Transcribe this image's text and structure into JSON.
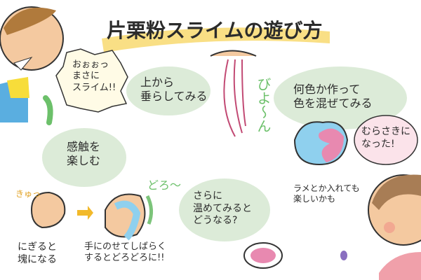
{
  "title": "片栗粉スライムの遊び方",
  "colors": {
    "title_highlight": "#f7d766",
    "bubble_green": "#dcebd8",
    "bubble_pink": "#fbe3ea",
    "slime_green": "#7cc47a",
    "slime_blue": "#8fd0ee",
    "slime_pink": "#e889b0",
    "slime_purple": "#8a6fc0"
  },
  "captions": {
    "boy_shout": "おぉぉっ\nまさに\nスライム!!",
    "drip": "上から\n垂らしてみる",
    "stretch_sfx": "びよ〜ん",
    "mix": "何色か作って\n色を混ぜてみる",
    "purple": "むらさきに\nなった!",
    "feel": "感触を\n楽しむ",
    "squeeze_sfx": "きゅっ",
    "melt_sfx": "どろ〜",
    "warm": "さらに\n温めてみると\nどうなる?",
    "glitter": "ラメとか入れても\n楽しいかも",
    "grip": "にぎると\n塊になる",
    "hold": "手にのせてしばらく\nするとどろどろに!!"
  }
}
